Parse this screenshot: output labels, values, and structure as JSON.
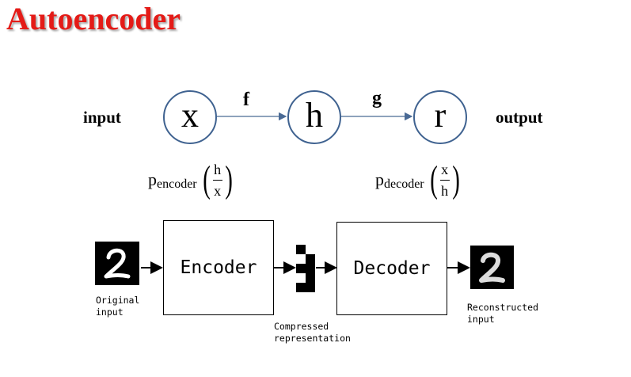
{
  "title": "Autoencoder",
  "graph": {
    "input_label": "input",
    "output_label": "output",
    "nodes": [
      "x",
      "h",
      "r"
    ],
    "edges": [
      {
        "from": "x",
        "to": "h",
        "label": "f"
      },
      {
        "from": "h",
        "to": "r",
        "label": "g"
      }
    ]
  },
  "encoder_prob": {
    "p": "p",
    "sub": "encoder",
    "num": "h",
    "den": "x"
  },
  "decoder_prob": {
    "p": "p",
    "sub": "decoder",
    "num": "x",
    "den": "h"
  },
  "pipeline": {
    "encoder_label": "Encoder",
    "decoder_label": "Decoder",
    "original_caption": "Original\ninput",
    "compressed_caption": "Compressed\nrepresentation",
    "reconstructed_caption": "Reconstructed\ninput",
    "digit_original": "2",
    "digit_reconstructed": "2",
    "code_pattern": [
      [
        0,
        1
      ],
      [
        1,
        0
      ],
      [
        0,
        0
      ],
      [
        1,
        0
      ],
      [
        0,
        0
      ]
    ]
  },
  "colors": {
    "title": "#e41b17",
    "node_border": "#3f6290",
    "arrow": "#4a6a95"
  }
}
